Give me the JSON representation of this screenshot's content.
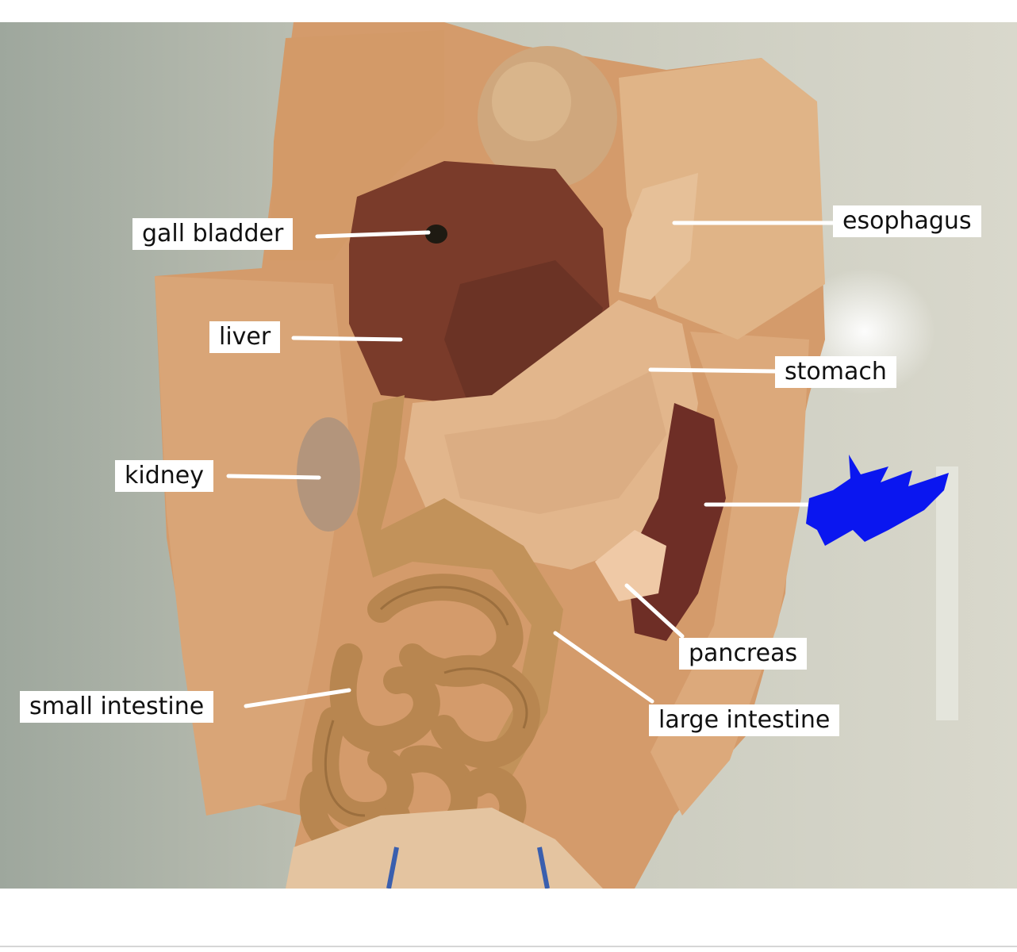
{
  "labels": {
    "gall_bladder": "gall bladder",
    "esophagus": "esophagus",
    "liver": "liver",
    "stomach": "stomach",
    "kidney": "kidney",
    "pancreas": "pancreas",
    "small_intestine": "small intestine",
    "large_intestine": "large intestine"
  },
  "colors": {
    "background_tray": "#c9cabf",
    "tissue": "#d9a274",
    "liver": "#7c3d2c",
    "intestine": "#b98a55",
    "label_bg": "#ffffff",
    "pointer_line": "#ffffff",
    "scribble": "#0a16f0"
  }
}
